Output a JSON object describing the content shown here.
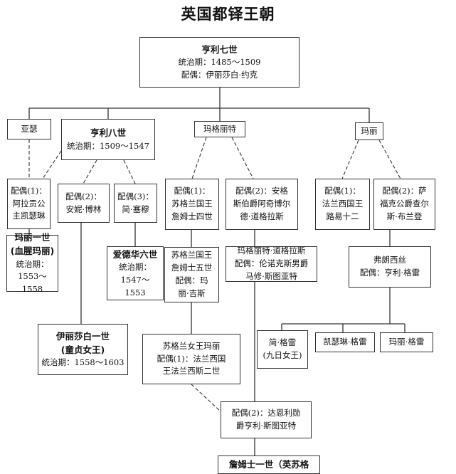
{
  "title": "英国都铎王朝",
  "nodes": {
    "henry7": {
      "name": "亨利七世",
      "reign": "统治期：1485～1509",
      "spouse": "配偶：伊丽莎白·约克"
    },
    "arthur": {
      "name": "亚瑟"
    },
    "henry8": {
      "name": "亨利八世",
      "reign": "统治期：1509～1547"
    },
    "margaret": {
      "name": "玛格丽特"
    },
    "mary_sister": {
      "name": "玛丽"
    },
    "catherine": {
      "l1": "配偶(1)：",
      "l2": "阿拉贡公",
      "l3": "主凯瑟琳"
    },
    "anne": {
      "l1": "配偶(2)：",
      "l2": "安妮·博林"
    },
    "jane": {
      "l1": "配偶(3)：",
      "l2": "简·塞穆"
    },
    "james4": {
      "l1": "配偶(1)：",
      "l2": "苏格兰国王",
      "l3": "詹姆士四世"
    },
    "angus": {
      "l1": "配偶(2)：安格",
      "l2": "斯伯爵阿奇博尔",
      "l3": "德·道格拉斯"
    },
    "louis12": {
      "l1": "配偶(1)：",
      "l2": "法兰西国王",
      "l3": "路易十二"
    },
    "suffolk": {
      "l1": "配偶(2)：萨",
      "l2": "福克公爵查尔",
      "l3": "斯·布兰登"
    },
    "mary1": {
      "name": "玛丽一世",
      "sub": "(血腥玛丽)",
      "l3": "统治期：",
      "l4": "1553～1558"
    },
    "edward6": {
      "name": "爱德华六世",
      "l2": "统治期：",
      "l3": "1547～1553"
    },
    "james5": {
      "l1": "苏格兰国王",
      "l2": "詹姆士五世",
      "l3": "配偶：玛",
      "l4": "丽·吉斯"
    },
    "mdouglas": {
      "l1": "玛格丽特·道格拉斯",
      "l2": "配偶：伦诺克斯男爵",
      "l3": "马修·斯图亚特"
    },
    "frances": {
      "l1": "弗朗西丝",
      "l2": "配偶：亨利·格雷"
    },
    "elizabeth1": {
      "name": "伊丽莎白一世",
      "sub": "(童贞女王)",
      "l3": "统治期：1558～1603"
    },
    "mqs": {
      "l1": "苏格兰女王玛丽",
      "l2": "配偶(1)：法兰西国",
      "l3": "王法兰西斯二世"
    },
    "janegrey": {
      "l1": "简·格雷",
      "l2": "(九日女王)"
    },
    "catgrey": {
      "l1": "凯瑟琳·格雷"
    },
    "marygrey": {
      "l1": "玛丽·格雷"
    },
    "darnley": {
      "l1": "配偶(2)：达恩利勋",
      "l2": "爵亨利·斯图亚特"
    },
    "bottom": {
      "l1": "詹姆士一世（英苏格"
    }
  }
}
